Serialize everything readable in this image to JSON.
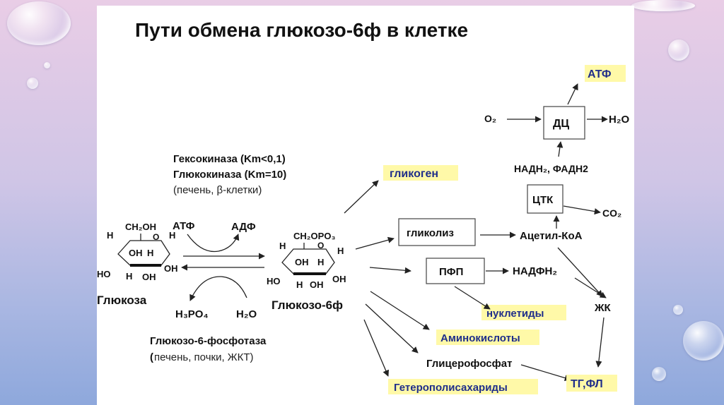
{
  "title": "Пути обмена глюкозо-6ф в клетке",
  "enzymes": {
    "hexokinase": "Гексокиназа (Km<0,1)",
    "glucokinase": "Глюкокиназа (Km=10)",
    "kinase_location": "(печень, β-клетки)",
    "phosphatase": "Глюкозо-6-фосфотаза",
    "phosphatase_location_paren": "(",
    "phosphatase_location": "печень, почки, ЖКТ)"
  },
  "glucose": {
    "name": "Глюкоза",
    "ch2oh": "CH₂OH",
    "h": "H",
    "o": "O",
    "oh": "OH",
    "ho": "HO"
  },
  "g6p": {
    "name": "Глюкозо-6ф",
    "ch2opo3": "CH₂OPO₃"
  },
  "reaction": {
    "atp": "АТФ",
    "adp": "АДФ",
    "h3po4": "H₃PO₄",
    "h2o": "H₂O"
  },
  "products": {
    "glycogen": "гликоген",
    "glycolysis": "гликолиз",
    "pfp": "ПФП",
    "nucleotides": "нуклетиды",
    "amino_acids": "Аминокислоты",
    "glycerophosphate": "Глицерофосфат",
    "heteropolysaccharides": "Гетерополисахариды"
  },
  "downstream": {
    "acetyl_coa": "Ацетил-КоА",
    "nadph2": "НАДФН₂",
    "ctk": "ЦТК",
    "co2": "CO₂",
    "nadh_fadh": "НАДН₂, ФАДН2",
    "dc": "ДЦ",
    "o2": "O₂",
    "h2o": "H₂O",
    "atp": "АТФ",
    "fa": "ЖК",
    "tg_pl": "ТГ,ФЛ"
  }
}
